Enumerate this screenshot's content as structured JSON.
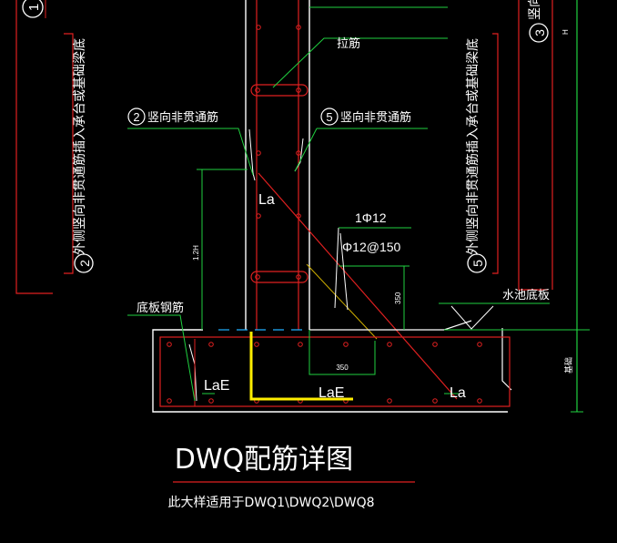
{
  "colors": {
    "background": "#000000",
    "concrete_outline": "#ffffff",
    "rebar": "#e02020",
    "leader": "#20d040",
    "dimension": "#20d040",
    "text": "#ffffff",
    "highlight": "#ffee00",
    "water_line": "#20b0ff",
    "diagonal": "#d0b000"
  },
  "labels": {
    "tie_bar": "拉筋",
    "vertical_bar_left_num": "2",
    "vertical_bar_left": "竖向非贯通筋",
    "vertical_bar_right_num": "5",
    "vertical_bar_right": "竖向非贯通筋",
    "la_wall": "La",
    "bar_spec_1": "1Φ12",
    "bar_spec_2": "Φ12@150",
    "dim_350_vertical": "350",
    "dim_350_horizontal": "350",
    "dim_left_vertical": "1.2H",
    "bottom_plate_bar": "底板钢筋",
    "pool_bottom": "水池底板",
    "lae_left": "LaE",
    "lae_mid": "LaE",
    "la_right": "La",
    "left_vertical_note_num": "2",
    "left_vertical_note": "外侧竖向非贯通筋插入承台或基础梁底",
    "right_vertical_note_num": "5",
    "right_vertical_note": "外侧竖向非贯通筋插入承台或基础梁底",
    "top_left_num": "1",
    "top_right_num": "3",
    "top_right_text": "竖向",
    "right_dim_h": "H",
    "right_dim_bottom": "基础",
    "title": "DWQ配筋详图",
    "subtitle": "此大样适用于DWQ1\\DWQ2\\DWQ8"
  }
}
